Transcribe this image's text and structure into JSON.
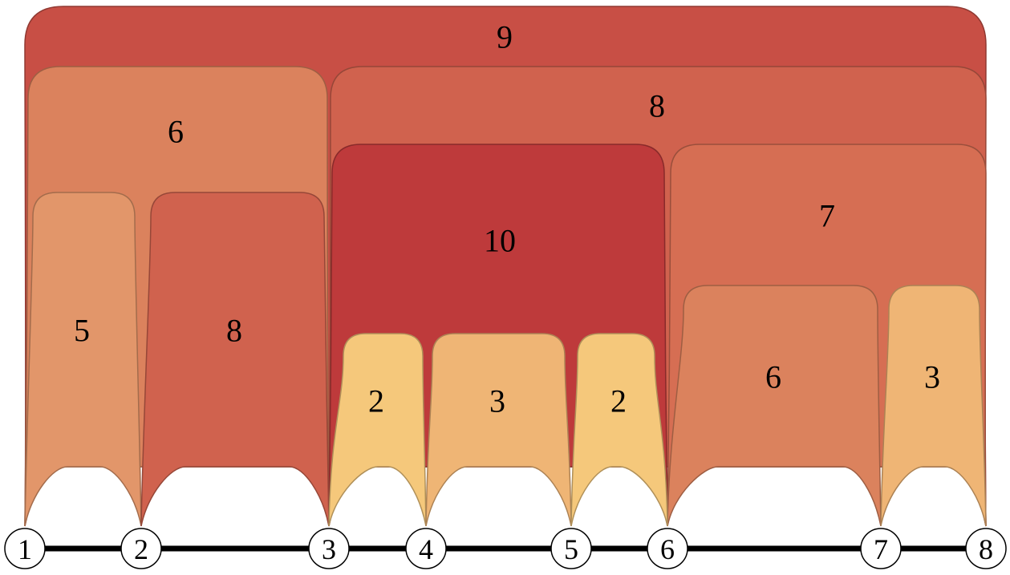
{
  "nodes": [
    {
      "id": 1,
      "label": "1"
    },
    {
      "id": 2,
      "label": "2"
    },
    {
      "id": 3,
      "label": "3"
    },
    {
      "id": 4,
      "label": "4"
    },
    {
      "id": 5,
      "label": "5"
    },
    {
      "id": 6,
      "label": "6"
    },
    {
      "id": 7,
      "label": "7"
    },
    {
      "id": 8,
      "label": "8"
    }
  ],
  "edges": [
    {
      "from": 1,
      "to": 2
    },
    {
      "from": 2,
      "to": 3
    },
    {
      "from": 3,
      "to": 4
    },
    {
      "from": 4,
      "to": 5
    },
    {
      "from": 5,
      "to": 6
    },
    {
      "from": 6,
      "to": 7
    },
    {
      "from": 7,
      "to": 8
    }
  ],
  "arcs": [
    {
      "from": 1,
      "to": 8,
      "label": "9",
      "color": "#c84f45"
    },
    {
      "from": 1,
      "to": 3,
      "label": "6",
      "color": "#db825d"
    },
    {
      "from": 3,
      "to": 8,
      "label": "8",
      "color": "#d0624e"
    },
    {
      "from": 3,
      "to": 6,
      "label": "10",
      "color": "#be3a3b"
    },
    {
      "from": 6,
      "to": 8,
      "label": "7",
      "color": "#d66e53"
    },
    {
      "from": 1,
      "to": 2,
      "label": "5",
      "color": "#e2966a"
    },
    {
      "from": 2,
      "to": 3,
      "label": "8",
      "color": "#d0624e"
    },
    {
      "from": 6,
      "to": 7,
      "label": "6",
      "color": "#db825d"
    },
    {
      "from": 7,
      "to": 8,
      "label": "3",
      "color": "#efb575"
    },
    {
      "from": 3,
      "to": 4,
      "label": "2",
      "color": "#f5c87b"
    },
    {
      "from": 4,
      "to": 5,
      "label": "3",
      "color": "#efb575"
    },
    {
      "from": 5,
      "to": 6,
      "label": "2",
      "color": "#f5c87b"
    }
  ]
}
